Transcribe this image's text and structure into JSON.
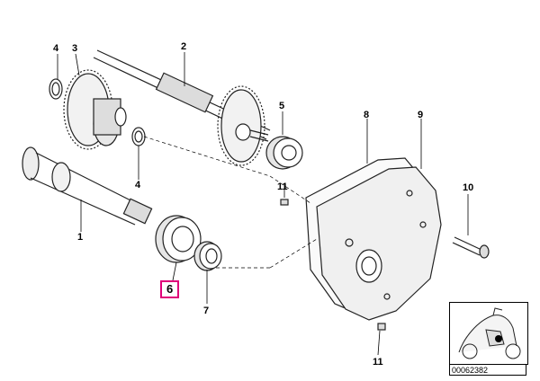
{
  "callouts": [
    {
      "id": "1",
      "text": "1"
    },
    {
      "id": "2",
      "text": "2"
    },
    {
      "id": "3",
      "text": "3"
    },
    {
      "id": "4a",
      "text": "4"
    },
    {
      "id": "4b",
      "text": "4"
    },
    {
      "id": "5",
      "text": "5"
    },
    {
      "id": "6",
      "text": "6"
    },
    {
      "id": "7",
      "text": "7"
    },
    {
      "id": "8",
      "text": "8"
    },
    {
      "id": "9",
      "text": "9"
    },
    {
      "id": "10",
      "text": "10"
    },
    {
      "id": "11a",
      "text": "11"
    },
    {
      "id": "11b",
      "text": "11"
    }
  ],
  "highlight": {
    "color": "#e0007a",
    "callout": "6"
  },
  "drawing_code": "00062382"
}
